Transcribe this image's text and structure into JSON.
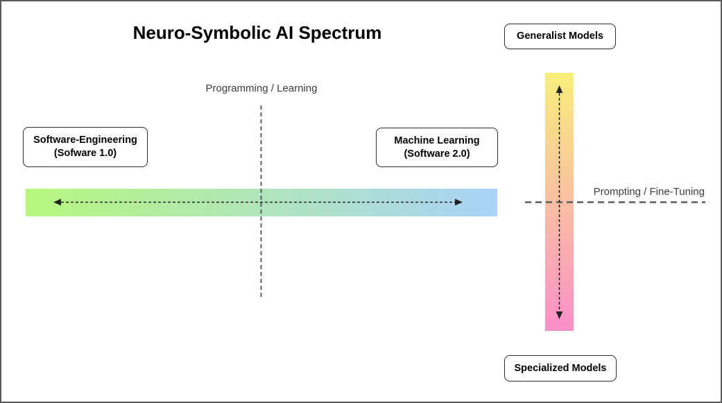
{
  "title": "Neuro-Symbolic AI Spectrum",
  "horizontal_axis": {
    "label": "Programming / Learning",
    "left_end": {
      "line1": "Software-Engineering",
      "line2": "(Sofware 1.0)"
    },
    "right_end": {
      "line1": "Machine Learning",
      "line2": "(Software 2.0)"
    }
  },
  "vertical_axis": {
    "label": "Prompting / Fine-Tuning",
    "top_end": "Generalist Models",
    "bottom_end": "Specialized Models"
  },
  "colors": {
    "horizontal_bar_left": "#b6f77d",
    "horizontal_bar_right": "#a9d3f8",
    "vertical_bar_top": "#f7ef7a",
    "vertical_bar_bottom": "#fb8fc9",
    "axis_line": "#5c5c5c",
    "arrow": "#222222"
  }
}
